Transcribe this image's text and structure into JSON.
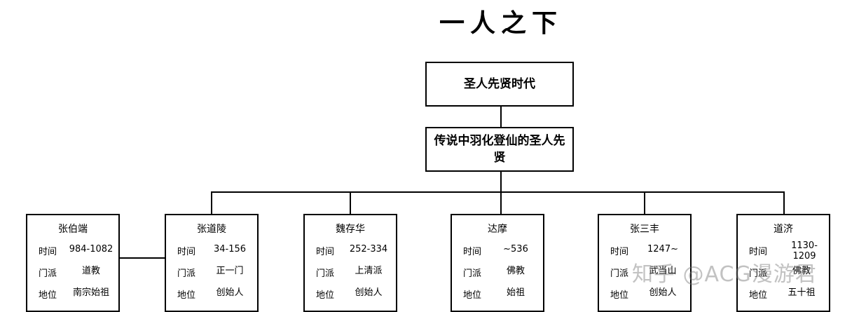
{
  "title": "一人之下",
  "root_label": "圣人先贤时代",
  "sub_label": "传说中羽化登仙的圣人先贤",
  "cards": [
    {
      "name": "张伯端",
      "rows": [
        {
          "label": "时间",
          "value": "984-1082"
        },
        {
          "label": "门派",
          "value": "道教"
        },
        {
          "label": "地位",
          "value": "南宗始祖"
        }
      ]
    },
    {
      "name": "张道陵",
      "rows": [
        {
          "label": "时间",
          "value": "34-156"
        },
        {
          "label": "门派",
          "value": "正一门"
        },
        {
          "label": "地位",
          "value": "创始人"
        }
      ]
    },
    {
      "name": "魏存华",
      "rows": [
        {
          "label": "时间",
          "value": "252-334"
        },
        {
          "label": "门派",
          "value": "上清派"
        },
        {
          "label": "地位",
          "value": "创始人"
        }
      ]
    },
    {
      "name": "达摩",
      "rows": [
        {
          "label": "时间",
          "value": "~536"
        },
        {
          "label": "门派",
          "value": "佛教"
        },
        {
          "label": "地位",
          "value": "始祖"
        }
      ]
    },
    {
      "name": "张三丰",
      "rows": [
        {
          "label": "时间",
          "value": "1247~"
        },
        {
          "label": "门派",
          "value": "武当山"
        },
        {
          "label": "地位",
          "value": "创始人"
        }
      ]
    },
    {
      "name": "道济",
      "rows": [
        {
          "label": "时间",
          "value": "1130-1209"
        },
        {
          "label": "门派",
          "value": "佛教"
        },
        {
          "label": "地位",
          "value": "五十祖"
        }
      ]
    }
  ],
  "watermark": "知乎 @ACG漫游君"
}
